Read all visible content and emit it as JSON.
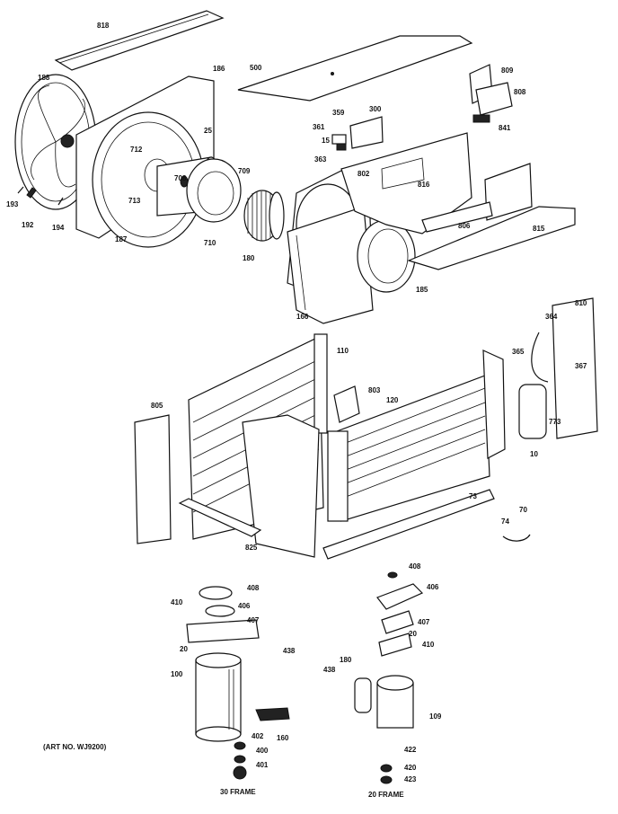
{
  "callouts": {
    "c818": "818",
    "c188": "188",
    "c186": "186",
    "c25": "25",
    "c712": "712",
    "c713": "713",
    "c708": "708",
    "c710": "710",
    "c193": "193",
    "c192": "192",
    "c194": "194",
    "c187": "187",
    "c709": "709",
    "c809": "809",
    "c808": "808",
    "c841": "841",
    "c500": "500",
    "c361": "361",
    "c359": "359",
    "c300": "300",
    "c15": "15",
    "c363": "363",
    "c802": "802",
    "c816": "816",
    "c180": "180",
    "c806": "806",
    "c815": "815",
    "c185": "185",
    "c166": "166",
    "c810": "810",
    "c364": "364",
    "c365": "365",
    "c367": "367",
    "c110": "110",
    "c805": "805",
    "c803": "803",
    "c120": "120",
    "c773": "773",
    "c10": "10",
    "c73": "73",
    "c70": "70",
    "c74": "74",
    "c825": "825",
    "c408": "408",
    "c410": "410",
    "c406": "406",
    "c407": "407",
    "c20": "20",
    "c438": "438",
    "c100": "100",
    "c402": "402",
    "c400": "400",
    "c401": "401",
    "c160": "160",
    "r408": "408",
    "r406": "406",
    "r407": "407",
    "r20": "20",
    "r410": "410",
    "r438": "438",
    "r180": "180",
    "r109": "109",
    "r422": "422",
    "r420": "420",
    "r423": "423"
  },
  "captions": {
    "art_no": "(ART NO. WJ9200)",
    "frame_30": "30 FRAME",
    "frame_20": "20 FRAME"
  }
}
